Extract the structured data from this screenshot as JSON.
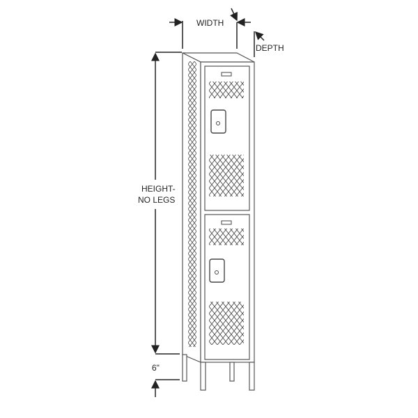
{
  "labels": {
    "width": "WIDTH",
    "depth": "DEPTH",
    "height_line1": "HEIGHT-",
    "height_line2": "NO LEGS",
    "legs": "6\""
  },
  "colors": {
    "line": "#222222",
    "outline": "#555555",
    "background": "#ffffff"
  }
}
